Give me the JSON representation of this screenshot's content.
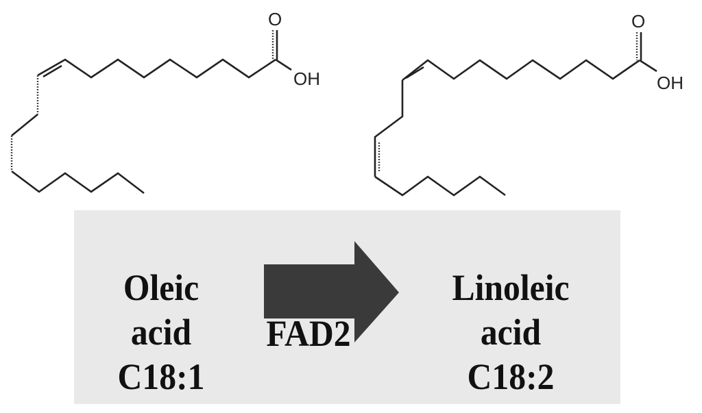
{
  "molecules": {
    "oleic": {
      "carbonyl_o": "O",
      "hydroxyl": "OH"
    },
    "linoleic": {
      "carbonyl_o": "O",
      "hydroxyl": "OH"
    }
  },
  "reaction": {
    "substrate": {
      "name": "Oleic",
      "class": "acid",
      "formula": "C18:1"
    },
    "enzyme": "FAD2",
    "product": {
      "name": "Linoleic",
      "class": "acid",
      "formula": "C18:2"
    }
  },
  "colors": {
    "panel": "#e9e9e9",
    "arrow": "#3a3a3a",
    "text": "#111111"
  }
}
